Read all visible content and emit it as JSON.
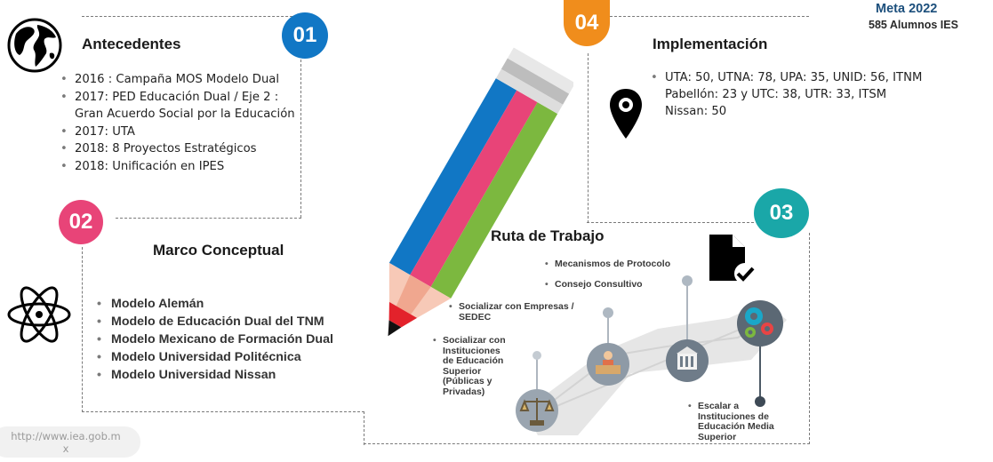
{
  "meta": {
    "title": "Meta 2022",
    "subtitle": "585 Alumnos IES"
  },
  "colors": {
    "blue": "#1177c5",
    "pink": "#e84478",
    "orange": "#f08d1c",
    "teal": "#1aa7a8",
    "red": "#e3222b",
    "green": "#7cb83f"
  },
  "sections": {
    "s01": {
      "number": "01",
      "title": "Antecedentes",
      "items": [
        "2016 : Campaña MOS Modelo Dual",
        "2017: PED Educación Dual / Eje 2 :",
        "Gran Acuerdo Social por la Educación",
        "2017: UTA",
        "2018: 8 Proyectos Estratégicos",
        "2018: Unificación en IPES"
      ]
    },
    "s02": {
      "number": "02",
      "title": "Marco Conceptual",
      "items": [
        "Modelo Alemán",
        "Modelo de Educación Dual del TNM",
        "Modelo Mexicano de Formación Dual",
        "Modelo Universidad Politécnica",
        "Modelo Universidad Nissan"
      ]
    },
    "s03": {
      "number": "03",
      "title": "Ruta de Trabajo",
      "steps": {
        "ies": [
          "Socializar con",
          "Instituciones",
          "de Educación",
          "Superior",
          "(Públicas y",
          "Privadas)"
        ],
        "empresas": [
          "Socializar con Empresas /",
          "SEDEC"
        ],
        "mecanismos": "Mecanismos de Protocolo",
        "consejo": "Consejo Consultivo",
        "escalar": [
          "Escalar a",
          "Instituciones de",
          "Educación Media",
          "Superior"
        ]
      }
    },
    "s04": {
      "number": "04",
      "title": "Implementación",
      "items": [
        "UTA: 50, UTNA: 78, UPA: 35, UNID: 56, ITNM",
        "Pabellón: 23 y UTC: 38, UTR: 33, ITSM",
        "Nissan: 50"
      ]
    }
  },
  "url": {
    "line1": "http://www.iea.gob.m",
    "line2": "x"
  }
}
